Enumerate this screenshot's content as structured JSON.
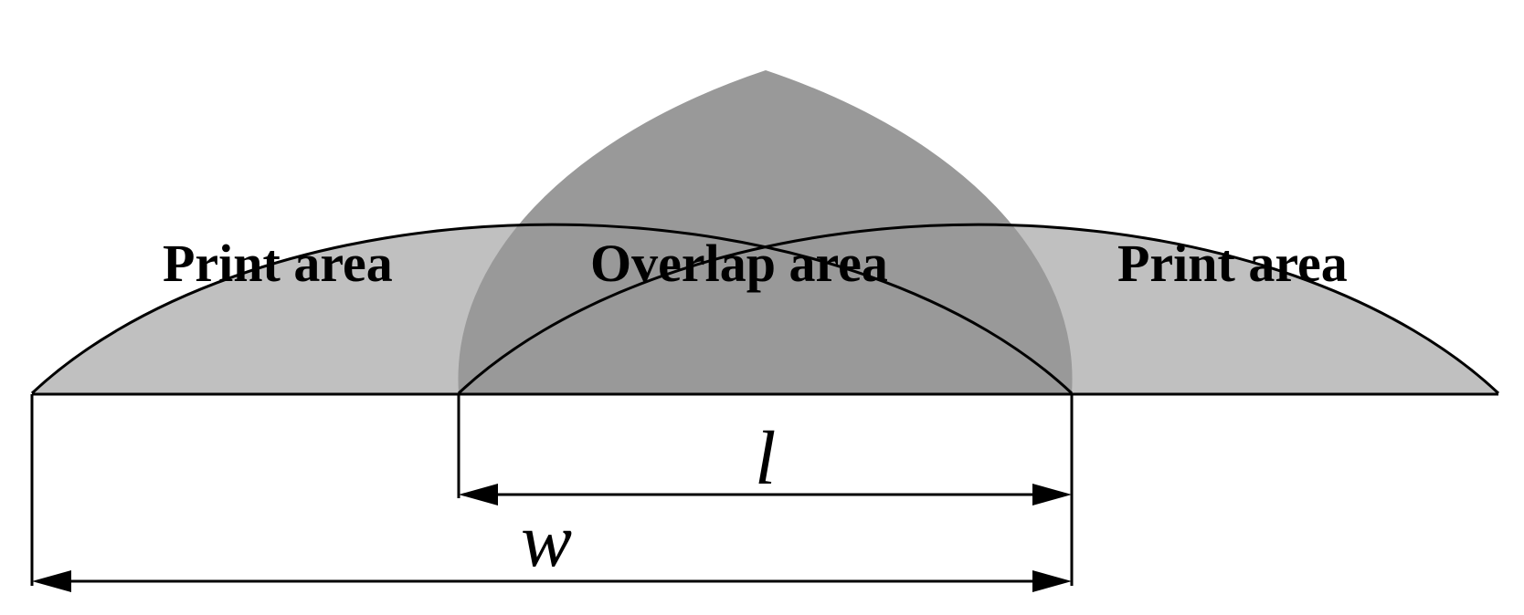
{
  "diagram": {
    "regions": {
      "left_label": "Print area",
      "overlap_label": "Overlap area",
      "right_label": "Print area"
    },
    "dimensions": {
      "overlap_length_label": "l",
      "width_label": "w"
    },
    "colors": {
      "print_area_fill": "#c0c0c0",
      "overlap_area_fill": "#999999",
      "outline": "#000000",
      "background": "#ffffff"
    }
  }
}
